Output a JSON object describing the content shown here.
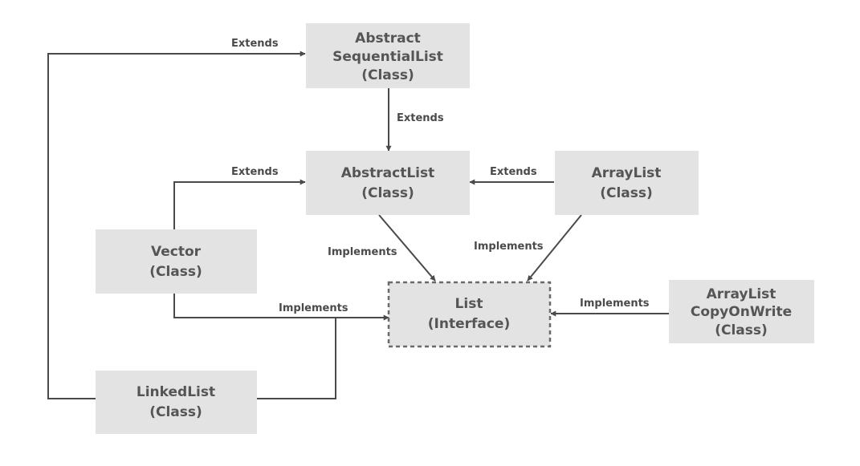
{
  "colors": {
    "node_fill": "#e3e3e3",
    "node_text": "#555555",
    "edge": "#4a4a4a",
    "interface_border": "#6a6a6a",
    "background": "#ffffff"
  },
  "nodes": {
    "abstract_sequential_list": {
      "lines": [
        "Abstract",
        "SequentialList",
        "(Class)"
      ]
    },
    "abstract_list": {
      "lines": [
        "AbstractList",
        "(Class)"
      ]
    },
    "array_list": {
      "lines": [
        "ArrayList",
        "(Class)"
      ]
    },
    "vector": {
      "lines": [
        "Vector",
        "(Class)"
      ]
    },
    "list": {
      "lines": [
        "List",
        "(Interface)"
      ]
    },
    "array_list_copy_on_write": {
      "lines": [
        "ArrayList",
        "CopyOnWrite",
        "(Class)"
      ]
    },
    "linked_list": {
      "lines": [
        "LinkedList",
        "(Class)"
      ]
    }
  },
  "edges": {
    "linked_list_extends_abstract_sequential_list": {
      "label": "Extends"
    },
    "abstract_sequential_list_extends_abstract_list": {
      "label": "Extends"
    },
    "vector_extends_abstract_list": {
      "label": "Extends"
    },
    "array_list_extends_abstract_list": {
      "label": "Extends"
    },
    "abstract_list_implements_list": {
      "label": "Implements"
    },
    "array_list_implements_list": {
      "label": "Implements"
    },
    "vector_implements_list": {
      "label": "Implements"
    },
    "array_list_copy_on_write_implements_list": {
      "label": "Implements"
    },
    "linked_list_implements_list": {
      "label": ""
    }
  }
}
